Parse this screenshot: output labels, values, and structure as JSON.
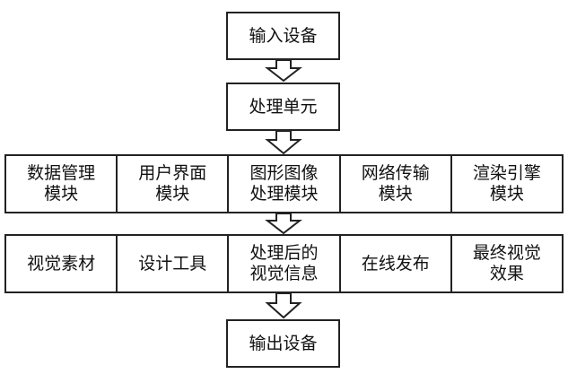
{
  "nodes": {
    "input_device": "输入设备",
    "processing_unit": "处理单元",
    "output_device": "输出设备"
  },
  "modules_row": [
    "数据管理\n模块",
    "用户界面\n模块",
    "图形图像\n处理模块",
    "网络传输\n模块",
    "渲染引擎\n模块"
  ],
  "resources_row": [
    "视觉素材",
    "设计工具",
    "处理后的\n视觉信息",
    "在线发布",
    "最终视觉\n效果"
  ]
}
